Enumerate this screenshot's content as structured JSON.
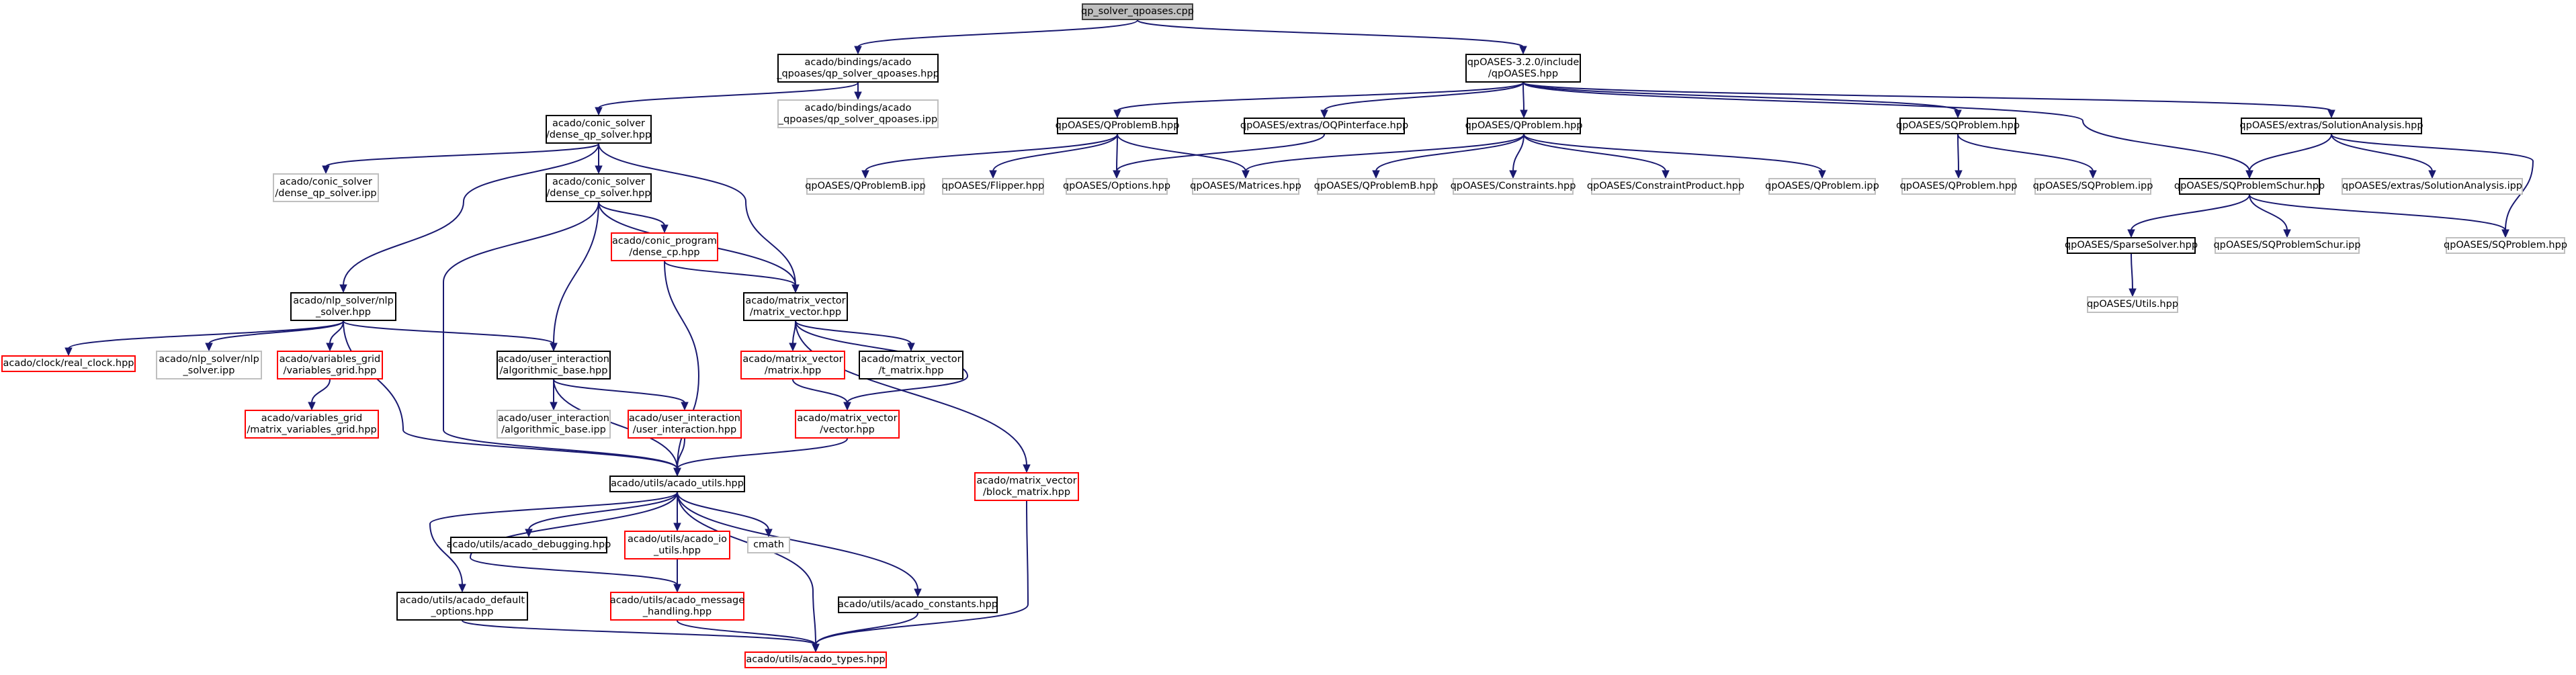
{
  "diagram": {
    "legend_colors": {
      "edge": "#191970",
      "root_fill": "#bfbfbf",
      "normal_border": "#000000",
      "incomplete_border": "#ff0000",
      "unexpanded_border": "#bfbfbf"
    },
    "nodes": [
      {
        "id": "root",
        "label": "qp_solver_qpoases.cpp",
        "style": "root"
      },
      {
        "id": "qp_hpp",
        "label": "acado/bindings/acado\n_qpoases/qp_solver_qpoases.hpp",
        "style": "normal"
      },
      {
        "id": "qp_ipp",
        "label": "acado/bindings/acado\n_qpoases/qp_solver_qpoases.ipp",
        "style": "gray"
      },
      {
        "id": "qpoases_hpp",
        "label": "qpOASES-3.2.0/include\n/qpOASES.hpp",
        "style": "normal"
      },
      {
        "id": "dense_qp_hpp",
        "label": "acado/conic_solver\n/dense_qp_solver.hpp",
        "style": "normal"
      },
      {
        "id": "dense_qp_ipp",
        "label": "acado/conic_solver\n/dense_qp_solver.ipp",
        "style": "gray"
      },
      {
        "id": "dense_cp_hpp",
        "label": "acado/conic_solver\n/dense_cp_solver.hpp",
        "style": "normal"
      },
      {
        "id": "dense_cp",
        "label": "acado/conic_program\n/dense_cp.hpp",
        "style": "red"
      },
      {
        "id": "nlp_hpp",
        "label": "acado/nlp_solver/nlp\n_solver.hpp",
        "style": "normal"
      },
      {
        "id": "real_clock",
        "label": "acado/clock/real_clock.hpp",
        "style": "red"
      },
      {
        "id": "nlp_ipp",
        "label": "acado/nlp_solver/nlp\n_solver.ipp",
        "style": "gray"
      },
      {
        "id": "variables_grid",
        "label": "acado/variables_grid\n/variables_grid.hpp",
        "style": "red"
      },
      {
        "id": "matrix_variables_grid",
        "label": "acado/variables_grid\n/matrix_variables_grid.hpp",
        "style": "red"
      },
      {
        "id": "algo_base_hpp",
        "label": "acado/user_interaction\n/algorithmic_base.hpp",
        "style": "normal"
      },
      {
        "id": "algo_base_ipp",
        "label": "acado/user_interaction\n/algorithmic_base.ipp",
        "style": "gray"
      },
      {
        "id": "user_interaction",
        "label": "acado/user_interaction\n/user_interaction.hpp",
        "style": "red"
      },
      {
        "id": "matrix_vector_hpp",
        "label": "acado/matrix_vector\n/matrix_vector.hpp",
        "style": "normal"
      },
      {
        "id": "matrix_hpp",
        "label": "acado/matrix_vector\n/matrix.hpp",
        "style": "red"
      },
      {
        "id": "t_matrix",
        "label": "acado/matrix_vector\n/t_matrix.hpp",
        "style": "normal"
      },
      {
        "id": "vector_hpp",
        "label": "acado/matrix_vector\n/vector.hpp",
        "style": "red"
      },
      {
        "id": "block_matrix",
        "label": "acado/matrix_vector\n/block_matrix.hpp",
        "style": "red"
      },
      {
        "id": "acado_utils",
        "label": "acado/utils/acado_utils.hpp",
        "style": "normal"
      },
      {
        "id": "acado_debugging",
        "label": "acado/utils/acado_debugging.hpp",
        "style": "normal"
      },
      {
        "id": "acado_io_utils",
        "label": "acado/utils/acado_io\n_utils.hpp",
        "style": "red"
      },
      {
        "id": "cmath",
        "label": "cmath",
        "style": "gray"
      },
      {
        "id": "default_options",
        "label": "acado/utils/acado_default\n_options.hpp",
        "style": "normal"
      },
      {
        "id": "message_handling",
        "label": "acado/utils/acado_message\n_handling.hpp",
        "style": "red"
      },
      {
        "id": "acado_constants",
        "label": "acado/utils/acado_constants.hpp",
        "style": "normal"
      },
      {
        "id": "acado_types",
        "label": "acado/utils/acado_types.hpp",
        "style": "red"
      },
      {
        "id": "qproblemb_hpp",
        "label": "qpOASES/QProblemB.hpp",
        "style": "normal"
      },
      {
        "id": "oqp",
        "label": "qpOASES/extras/OQPinterface.hpp",
        "style": "normal"
      },
      {
        "id": "qproblem_hpp",
        "label": "qpOASES/QProblem.hpp",
        "style": "normal"
      },
      {
        "id": "sqproblem_hpp",
        "label": "qpOASES/SQProblem.hpp",
        "style": "normal"
      },
      {
        "id": "solution_analysis_hpp",
        "label": "qpOASES/extras/SolutionAnalysis.hpp",
        "style": "normal"
      },
      {
        "id": "qproblemb_ipp1",
        "label": "qpOASES/QProblemB.ipp",
        "style": "gray"
      },
      {
        "id": "flipper",
        "label": "qpOASES/Flipper.hpp",
        "style": "gray"
      },
      {
        "id": "options",
        "label": "qpOASES/Options.hpp",
        "style": "gray"
      },
      {
        "id": "matrices",
        "label": "qpOASES/Matrices.hpp",
        "style": "gray"
      },
      {
        "id": "qproblemb_ipp2",
        "label": "qpOASES/QProblemB.hpp",
        "style": "gray"
      },
      {
        "id": "constraints",
        "label": "qpOASES/Constraints.hpp",
        "style": "gray"
      },
      {
        "id": "constraint_product",
        "label": "qpOASES/ConstraintProduct.hpp",
        "style": "gray"
      },
      {
        "id": "qproblem_ipp",
        "label": "qpOASES/QProblem.ipp",
        "style": "gray"
      },
      {
        "id": "qproblem_hpp2",
        "label": "qpOASES/QProblem.hpp",
        "style": "gray"
      },
      {
        "id": "sqproblem_ipp",
        "label": "qpOASES/SQProblem.ipp",
        "style": "gray"
      },
      {
        "id": "sqschur_hpp",
        "label": "qpOASES/SQProblemSchur.hpp",
        "style": "normal"
      },
      {
        "id": "solution_analysis_ipp",
        "label": "qpOASES/extras/SolutionAnalysis.ipp",
        "style": "gray"
      },
      {
        "id": "sparse_solver",
        "label": "qpOASES/SparseSolver.hpp",
        "style": "normal"
      },
      {
        "id": "sqschur_ipp",
        "label": "qpOASES/SQProblemSchur.ipp",
        "style": "gray"
      },
      {
        "id": "sqproblem_hpp2",
        "label": "qpOASES/SQProblem.hpp",
        "style": "gray"
      },
      {
        "id": "utils_hpp",
        "label": "qpOASES/Utils.hpp",
        "style": "gray"
      }
    ],
    "edges": [
      [
        "root",
        "qp_hpp"
      ],
      [
        "root",
        "qpoases_hpp"
      ],
      [
        "qp_hpp",
        "dense_qp_hpp"
      ],
      [
        "qp_hpp",
        "qp_ipp"
      ],
      [
        "dense_qp_hpp",
        "dense_qp_ipp"
      ],
      [
        "dense_qp_hpp",
        "dense_cp_hpp"
      ],
      [
        "dense_qp_hpp",
        "nlp_hpp"
      ],
      [
        "dense_qp_hpp",
        "matrix_vector_hpp"
      ],
      [
        "dense_cp_hpp",
        "dense_cp"
      ],
      [
        "dense_cp_hpp",
        "matrix_vector_hpp"
      ],
      [
        "dense_cp_hpp",
        "algo_base_hpp"
      ],
      [
        "dense_cp_hpp",
        "acado_utils"
      ],
      [
        "dense_cp",
        "matrix_vector_hpp"
      ],
      [
        "dense_cp",
        "acado_utils"
      ],
      [
        "nlp_hpp",
        "real_clock"
      ],
      [
        "nlp_hpp",
        "nlp_ipp"
      ],
      [
        "nlp_hpp",
        "variables_grid"
      ],
      [
        "nlp_hpp",
        "algo_base_hpp"
      ],
      [
        "nlp_hpp",
        "acado_utils"
      ],
      [
        "variables_grid",
        "matrix_variables_grid"
      ],
      [
        "algo_base_hpp",
        "algo_base_ipp"
      ],
      [
        "algo_base_hpp",
        "user_interaction"
      ],
      [
        "algo_base_hpp",
        "acado_utils"
      ],
      [
        "user_interaction",
        "acado_utils"
      ],
      [
        "matrix_vector_hpp",
        "matrix_hpp"
      ],
      [
        "matrix_vector_hpp",
        "t_matrix"
      ],
      [
        "matrix_vector_hpp",
        "vector_hpp"
      ],
      [
        "matrix_vector_hpp",
        "block_matrix"
      ],
      [
        "matrix_hpp",
        "vector_hpp"
      ],
      [
        "vector_hpp",
        "acado_utils"
      ],
      [
        "block_matrix",
        "acado_types"
      ],
      [
        "acado_utils",
        "acado_debugging"
      ],
      [
        "acado_utils",
        "acado_io_utils"
      ],
      [
        "acado_utils",
        "cmath"
      ],
      [
        "acado_utils",
        "default_options"
      ],
      [
        "acado_utils",
        "message_handling"
      ],
      [
        "acado_utils",
        "acado_constants"
      ],
      [
        "acado_utils",
        "acado_types"
      ],
      [
        "acado_io_utils",
        "message_handling"
      ],
      [
        "default_options",
        "acado_types"
      ],
      [
        "message_handling",
        "acado_types"
      ],
      [
        "acado_constants",
        "acado_types"
      ],
      [
        "qpoases_hpp",
        "qproblemb_hpp"
      ],
      [
        "qpoases_hpp",
        "oqp"
      ],
      [
        "qpoases_hpp",
        "qproblem_hpp"
      ],
      [
        "qpoases_hpp",
        "sqproblem_hpp"
      ],
      [
        "qpoases_hpp",
        "solution_analysis_hpp"
      ],
      [
        "qpoases_hpp",
        "sqschur_hpp"
      ],
      [
        "qproblemb_hpp",
        "qproblemb_ipp1"
      ],
      [
        "qproblemb_hpp",
        "flipper"
      ],
      [
        "qproblemb_hpp",
        "options"
      ],
      [
        "qproblemb_hpp",
        "matrices"
      ],
      [
        "oqp",
        "options"
      ],
      [
        "qproblem_hpp",
        "matrices"
      ],
      [
        "qproblem_hpp",
        "qproblemb_ipp2"
      ],
      [
        "qproblem_hpp",
        "constraints"
      ],
      [
        "qproblem_hpp",
        "constraint_product"
      ],
      [
        "qproblem_hpp",
        "qproblem_ipp"
      ],
      [
        "sqproblem_hpp",
        "qproblem_hpp2"
      ],
      [
        "sqproblem_hpp",
        "sqproblem_ipp"
      ],
      [
        "solution_analysis_hpp",
        "sqschur_hpp"
      ],
      [
        "solution_analysis_hpp",
        "solution_analysis_ipp"
      ],
      [
        "solution_analysis_hpp",
        "sqproblem_hpp2"
      ],
      [
        "sqschur_hpp",
        "sparse_solver"
      ],
      [
        "sqschur_hpp",
        "sqschur_ipp"
      ],
      [
        "sqschur_hpp",
        "sqproblem_hpp2"
      ],
      [
        "sparse_solver",
        "utils_hpp"
      ]
    ]
  }
}
